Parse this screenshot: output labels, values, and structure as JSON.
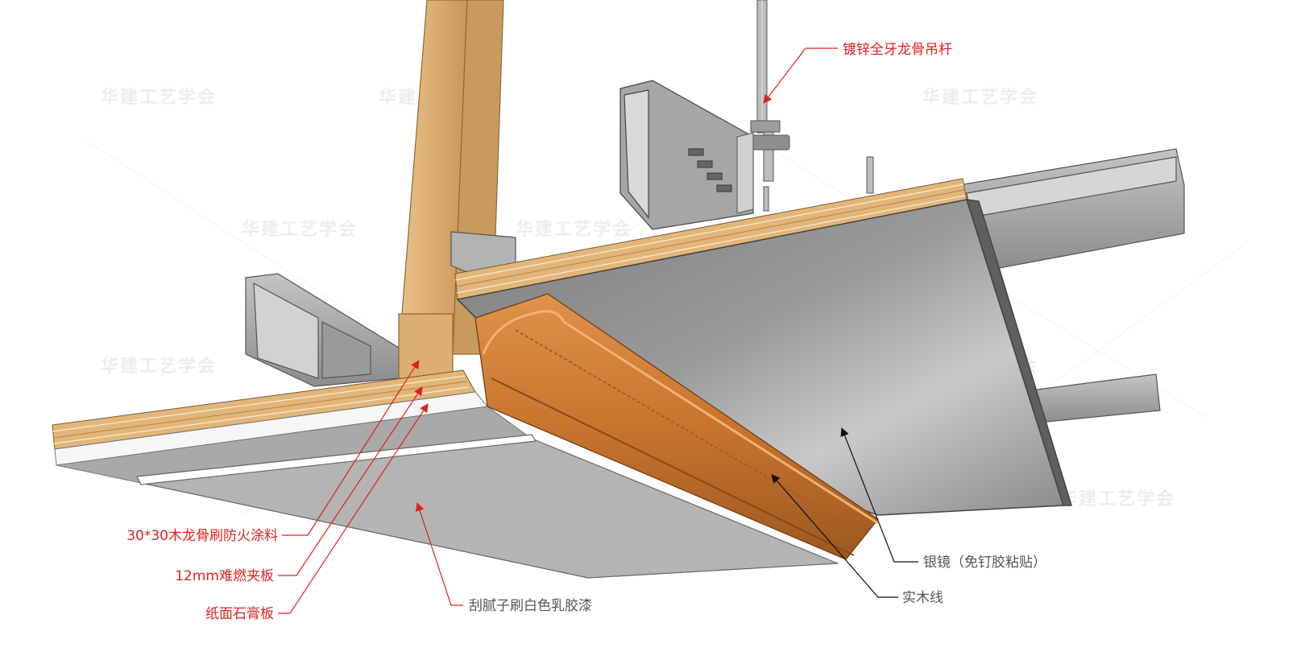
{
  "watermark": "华建工艺学会",
  "labels": {
    "rod": "镀锌全牙龙骨吊杆",
    "wood_keel": "30*30木龙骨刷防火涂料",
    "plywood": "12mm难燃夹板",
    "gypsum": "纸面石膏板",
    "putty": "刮腻子刷白色乳胶漆",
    "molding": "实木线",
    "mirror": "银镜（免钉胶粘贴）"
  },
  "colors": {
    "leader_red": "#e02020",
    "label_gray": "#555555",
    "wood": "#dcae72",
    "molding": "#c8742e",
    "steel": "#a8a8a8",
    "mirror": "#8f8f8f",
    "gypsum": "#b4b4b4"
  }
}
